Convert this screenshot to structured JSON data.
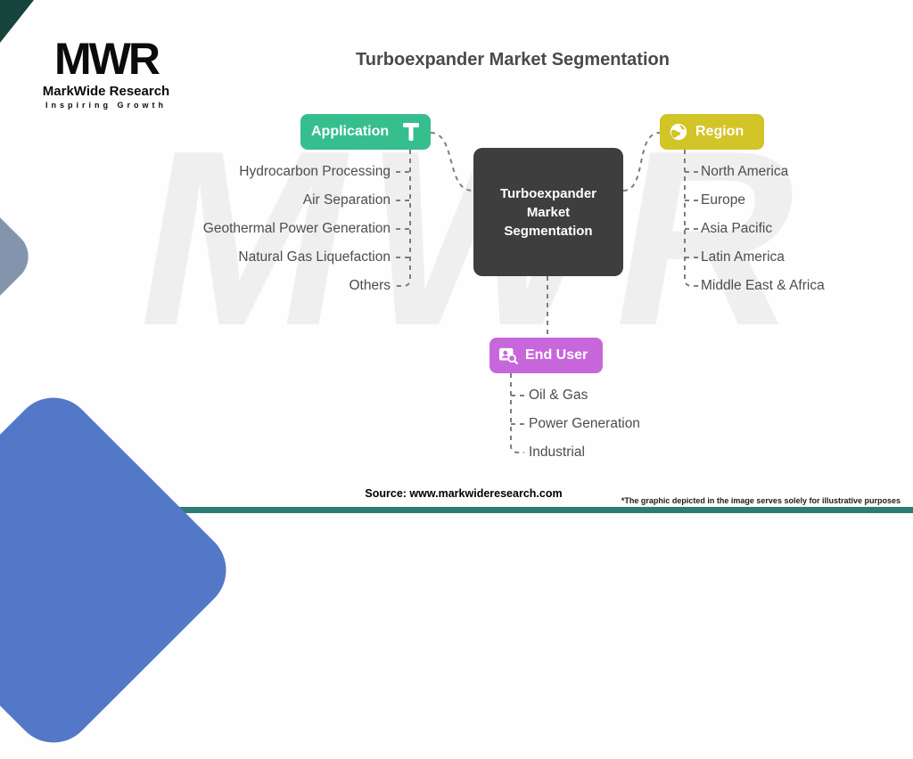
{
  "page": {
    "title": "Turboexpander Market Segmentation",
    "watermark": "MWR"
  },
  "logo": {
    "acronym": "MWR",
    "name": "MarkWide Research",
    "tagline": "Inspiring Growth"
  },
  "center_node": {
    "label": "Turboexpander Market Segmentation",
    "color": "#3e3e3e"
  },
  "branches": [
    {
      "label": "Application",
      "color": "#36be8e",
      "icon": "text-tool-icon",
      "items": [
        "Hydrocarbon Processing",
        "Air Separation",
        "Geothermal Power Generation",
        "Natural Gas Liquefaction",
        "Others"
      ]
    },
    {
      "label": "Region",
      "color": "#d3c428",
      "icon": "globe-icon",
      "items": [
        "North America",
        "Europe",
        "Asia Pacific",
        "Latin America",
        "Middle East & Africa"
      ]
    },
    {
      "label": "End User",
      "color": "#c767db",
      "icon": "user-search-icon",
      "items": [
        "Oil & Gas",
        "Power Generation",
        "Industrial"
      ]
    }
  ],
  "footer": {
    "source": "Source: www.markwideresearch.com",
    "disclaimer": "*The graphic depicted in the image serves solely for illustrative purposes"
  }
}
